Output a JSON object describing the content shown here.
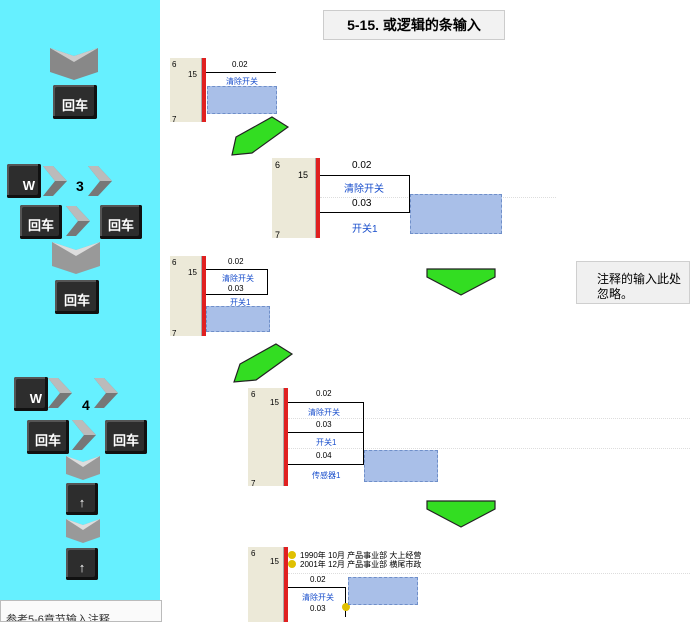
{
  "title": "5-15. 或逻辑的条输入",
  "note": "注释的输入此处忽略。",
  "bottom_tab": "参考5-6章节输入注释",
  "keys": {
    "enter": "回车",
    "w": "W",
    "up": "↑",
    "num3": "3",
    "num4": "4"
  },
  "ladder": {
    "step": "6",
    "line": "15",
    "line_next": "7",
    "contacts": [
      {
        "addr": "0.02",
        "label": "清除开关"
      },
      {
        "addr": "0.03",
        "label": "开关1"
      },
      {
        "addr": "0.04",
        "label": "传感器1"
      }
    ],
    "comments": [
      "1990年 10月 产品事业部 大上经营",
      "2001年 12月 产品事业部 横尾市政"
    ]
  },
  "colors": {
    "sidebar": "#66f0ff",
    "arrow": "#33dd22",
    "selection": "#a9bfe8",
    "rail": "#e02020"
  }
}
